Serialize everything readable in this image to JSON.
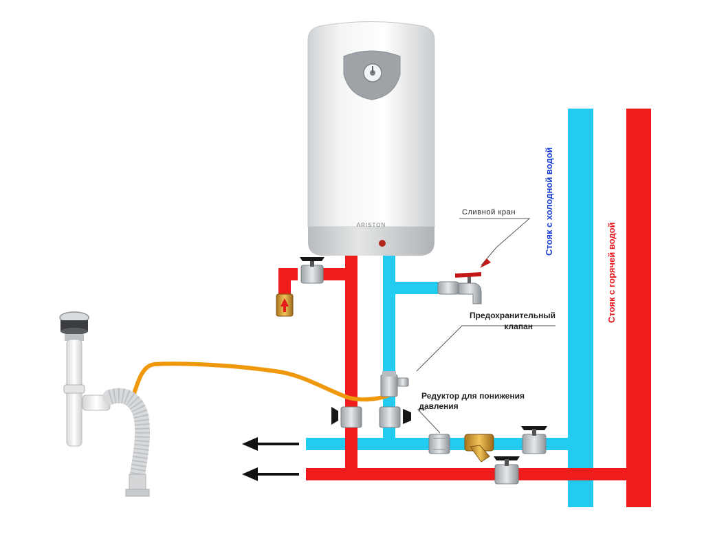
{
  "labels": {
    "drain_valve": "Сливной кран",
    "safety_valve_line1": "Предохранительный",
    "safety_valve_line2": "клапан",
    "reducer_line1": "Редуктор для понижения",
    "reducer_line2": "давления",
    "cold_riser": "Стояк с холодной водой",
    "hot_riser": "Стояк с горячей водой"
  },
  "heater": {
    "brand": "ARISTON"
  },
  "colors": {
    "hot_pipe": "#ee1c1c",
    "cold_pipe": "#22ccf0",
    "drain_hose": "#f0980c",
    "cold_text": "#1a3fd6",
    "hot_text": "#e8141c",
    "arrow": "#111111"
  },
  "icons": [
    "water-heater-icon",
    "ball-valve-icon",
    "check-valve-icon",
    "drain-tap-icon",
    "safety-valve-icon",
    "pressure-reducer-icon",
    "filter-icon",
    "sink-siphon-icon",
    "flow-arrow-icon"
  ]
}
